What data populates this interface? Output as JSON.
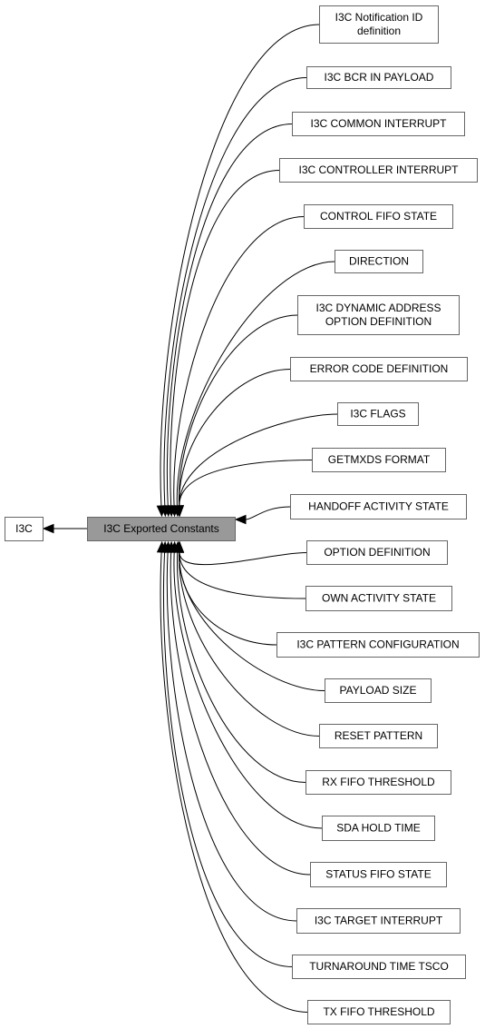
{
  "parent": {
    "label": [
      "I3C"
    ]
  },
  "current": {
    "label": [
      "I3C Exported Constants"
    ]
  },
  "children": [
    {
      "label": [
        "I3C Notification ID",
        "definition"
      ]
    },
    {
      "label": [
        "I3C BCR IN PAYLOAD"
      ]
    },
    {
      "label": [
        "I3C COMMON INTERRUPT"
      ]
    },
    {
      "label": [
        "I3C CONTROLLER INTERRUPT"
      ]
    },
    {
      "label": [
        "CONTROL FIFO STATE"
      ]
    },
    {
      "label": [
        "DIRECTION"
      ]
    },
    {
      "label": [
        "I3C DYNAMIC ADDRESS",
        "OPTION DEFINITION"
      ]
    },
    {
      "label": [
        "ERROR CODE DEFINITION"
      ]
    },
    {
      "label": [
        "I3C FLAGS"
      ]
    },
    {
      "label": [
        "GETMXDS FORMAT"
      ]
    },
    {
      "label": [
        "HANDOFF ACTIVITY STATE"
      ]
    },
    {
      "label": [
        "OPTION DEFINITION"
      ]
    },
    {
      "label": [
        "OWN ACTIVITY STATE"
      ]
    },
    {
      "label": [
        "I3C PATTERN CONFIGURATION"
      ]
    },
    {
      "label": [
        "PAYLOAD SIZE"
      ]
    },
    {
      "label": [
        "RESET PATTERN"
      ]
    },
    {
      "label": [
        "RX FIFO THRESHOLD"
      ]
    },
    {
      "label": [
        "SDA HOLD TIME"
      ]
    },
    {
      "label": [
        "STATUS FIFO STATE"
      ]
    },
    {
      "label": [
        "I3C TARGET INTERRUPT"
      ]
    },
    {
      "label": [
        "TURNAROUND TIME TSCO"
      ]
    },
    {
      "label": [
        "TX FIFO THRESHOLD"
      ]
    }
  ]
}
